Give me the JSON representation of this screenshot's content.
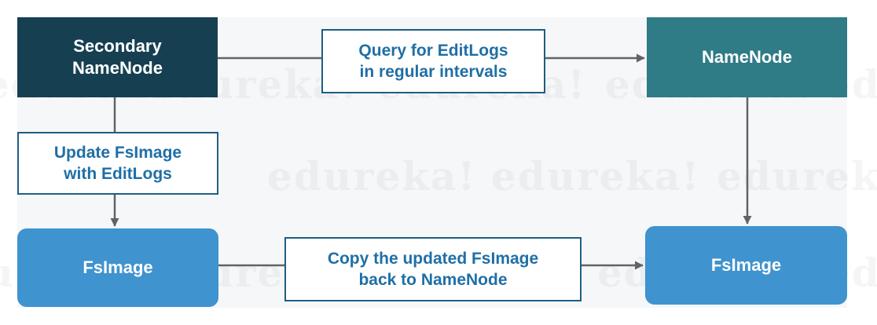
{
  "nodes": {
    "secondary_namenode": "Secondary\nNameNode",
    "namenode": "NameNode",
    "fsimage_left": "FsImage",
    "fsimage_right": "FsImage"
  },
  "edge_labels": {
    "query": "Query for EditLogs\nin regular intervals",
    "update": "Update FsImage\nwith EditLogs",
    "copy": "Copy the updated FsImage\nback to NameNode"
  },
  "watermark_text": "edureka!",
  "colors": {
    "secondary_namenode": "#163f52",
    "namenode": "#2f7b86",
    "fsimage": "#3f93cf",
    "label_border": "#1f5d84",
    "label_text": "#1f6fa6",
    "connector": "#5f6468"
  }
}
